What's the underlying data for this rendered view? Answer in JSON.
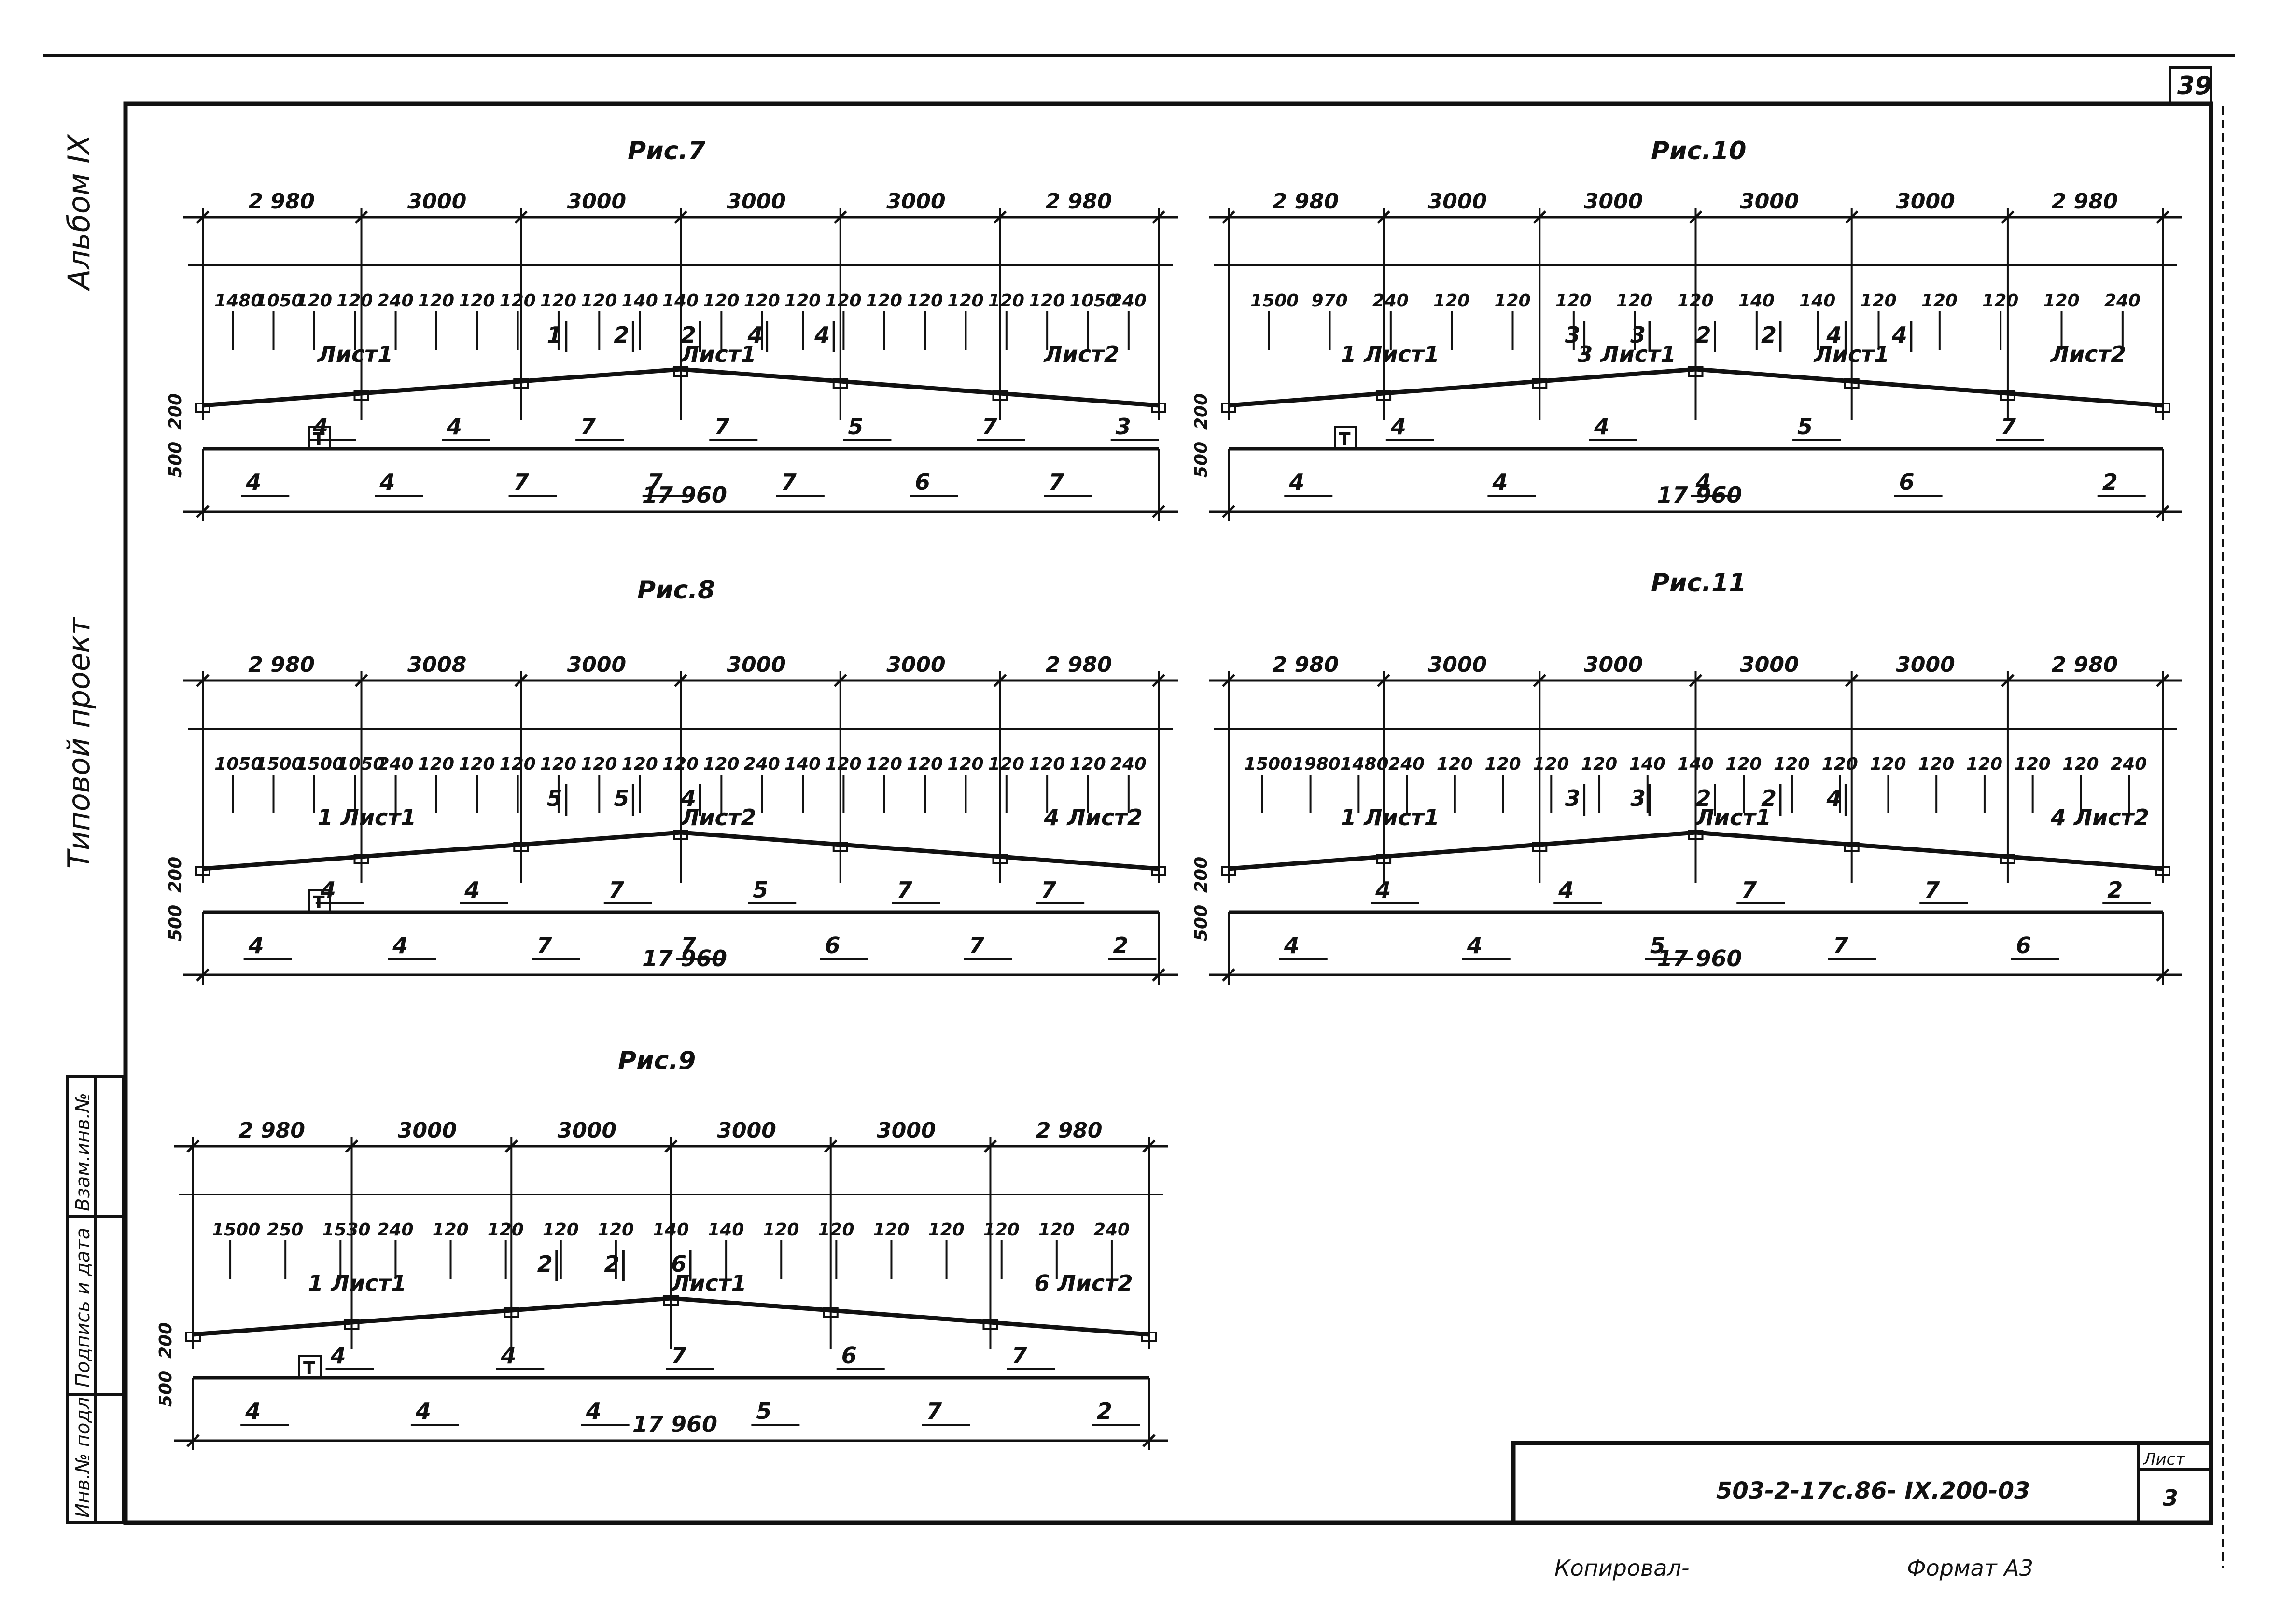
{
  "sheet": {
    "page_number": "39",
    "album": "Альбом IX",
    "project_type": "Типовой проект",
    "stamp_cells": [
      "Взам.инв.№",
      "Подпись и дата",
      "Инв.№ подл."
    ],
    "doc_code": "503-2-17с.86- IX.200-03",
    "sheet_label": "Лист",
    "sheet_no": "3",
    "copied_by": "Копировал-",
    "format": "Формат А3"
  },
  "figures": [
    {
      "title": "Рис.7",
      "overall": "17 960",
      "bays": [
        "2 980",
        "3000",
        "3000",
        "3000",
        "3000",
        "2 980"
      ],
      "sub_dims": [
        "1480",
        "1050",
        "120",
        "120",
        "240",
        "120",
        "120",
        "120",
        "120",
        "120",
        "140",
        "140",
        "120",
        "120",
        "120",
        "120",
        "120",
        "120",
        "120",
        "120",
        "120",
        "1050",
        "240"
      ],
      "sheet_marks": [
        "Лист1",
        "Лист1",
        "Лист2"
      ],
      "section_marks": [
        "1",
        "2",
        "2",
        "4",
        "4"
      ],
      "callouts": [
        "4",
        "4",
        "4",
        "4",
        "7",
        "7",
        "7",
        "7",
        "7",
        "5",
        "6",
        "7",
        "7",
        "3"
      ],
      "heights": [
        "200",
        "500"
      ],
      "boxed": "Т"
    },
    {
      "title": "Рис.10",
      "overall": "17 960",
      "bays": [
        "2 980",
        "3000",
        "3000",
        "3000",
        "3000",
        "2 980"
      ],
      "sub_dims": [
        "1500",
        "970",
        "240",
        "120",
        "120",
        "120",
        "120",
        "120",
        "140",
        "140",
        "120",
        "120",
        "120",
        "120",
        "240"
      ],
      "sheet_marks": [
        "1 Лист1",
        "3 Лист1",
        "Лист1",
        "Лист2"
      ],
      "section_marks": [
        "3",
        "3",
        "2",
        "2",
        "4",
        "4"
      ],
      "callouts": [
        "4",
        "4",
        "4",
        "4",
        "4",
        "5",
        "6",
        "7",
        "2"
      ],
      "heights": [
        "200",
        "500"
      ],
      "boxed": "Т"
    },
    {
      "title": "Рис.8",
      "overall": "17 960",
      "bays": [
        "2 980",
        "3008",
        "3000",
        "3000",
        "3000",
        "2 980"
      ],
      "sub_dims": [
        "1050",
        "1500",
        "1500",
        "1050",
        "240",
        "120",
        "120",
        "120",
        "120",
        "120",
        "120",
        "120",
        "120",
        "240",
        "140",
        "120",
        "120",
        "120",
        "120",
        "120",
        "120",
        "120",
        "240"
      ],
      "sheet_marks": [
        "1 Лист1",
        "Лист2",
        "4 Лист2"
      ],
      "section_marks": [
        "5",
        "5",
        "4"
      ],
      "callouts": [
        "4",
        "4",
        "4",
        "4",
        "7",
        "7",
        "7",
        "5",
        "6",
        "7",
        "7",
        "7",
        "2"
      ],
      "heights": [
        "200",
        "500"
      ],
      "boxed": "Т"
    },
    {
      "title": "Рис.11",
      "overall": "17 960",
      "bays": [
        "2 980",
        "3000",
        "3000",
        "3000",
        "3000",
        "2 980"
      ],
      "sub_dims": [
        "1500",
        "1980",
        "1480",
        "240",
        "120",
        "120",
        "120",
        "120",
        "140",
        "140",
        "120",
        "120",
        "120",
        "120",
        "120",
        "120",
        "120",
        "120",
        "240"
      ],
      "sheet_marks": [
        "1 Лист1",
        "Лист1",
        "4 Лист2"
      ],
      "section_marks": [
        "3",
        "3",
        "2",
        "2",
        "4"
      ],
      "callouts": [
        "4",
        "4",
        "4",
        "4",
        "5",
        "7",
        "7",
        "7",
        "6",
        "2"
      ],
      "heights": [
        "200",
        "500"
      ],
      "boxed": ""
    },
    {
      "title": "Рис.9",
      "overall": "17 960",
      "bays": [
        "2 980",
        "3000",
        "3000",
        "3000",
        "3000",
        "2 980"
      ],
      "sub_dims": [
        "1500",
        "250",
        "1530",
        "240",
        "120",
        "120",
        "120",
        "120",
        "140",
        "140",
        "120",
        "120",
        "120",
        "120",
        "120",
        "120",
        "240"
      ],
      "sheet_marks": [
        "1 Лист1",
        "Лист1",
        "6 Лист2"
      ],
      "section_marks": [
        "2",
        "2",
        "6"
      ],
      "callouts": [
        "4",
        "4",
        "4",
        "4",
        "4",
        "7",
        "5",
        "6",
        "7",
        "7",
        "2"
      ],
      "heights": [
        "200",
        "500"
      ],
      "boxed": "Т"
    }
  ]
}
